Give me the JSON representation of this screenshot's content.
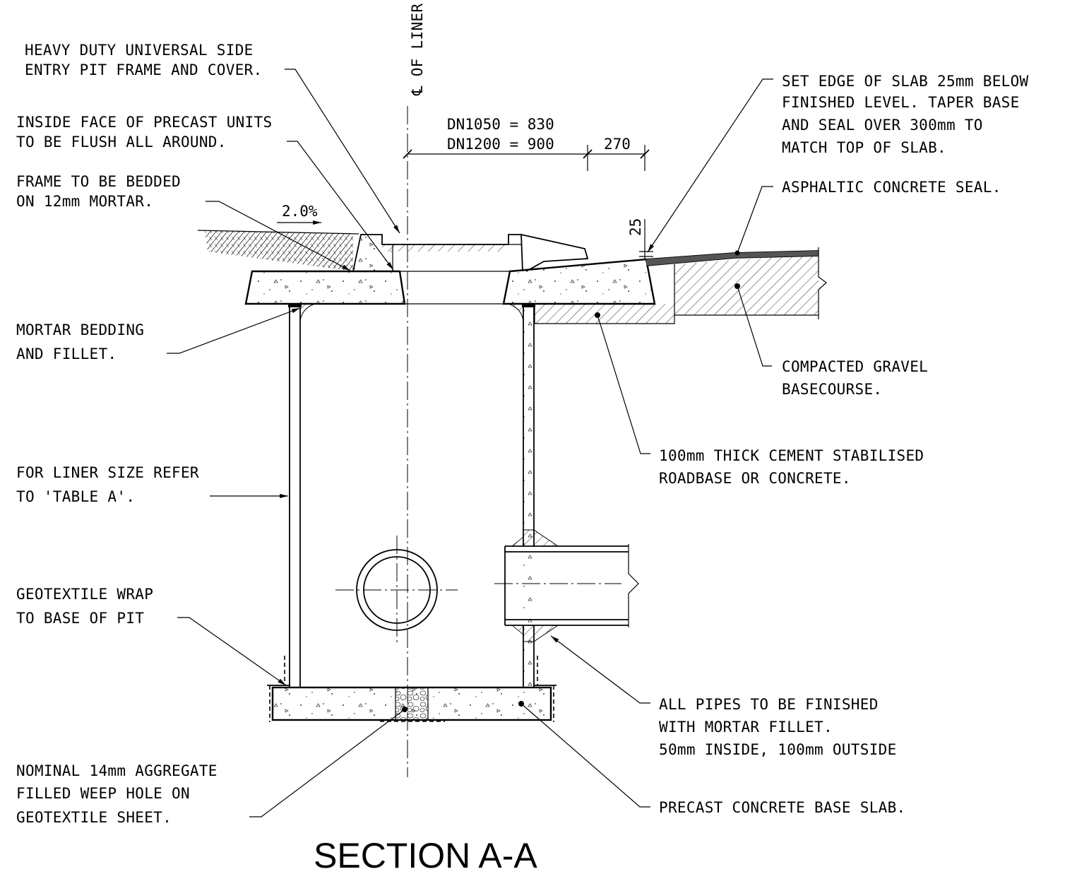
{
  "title": "SECTION A-A",
  "centerline_label": "℄ OF LINER",
  "dimensions": {
    "dn1050": "DN1050 = 830",
    "dn1200": "DN1200 = 900",
    "d270": "270",
    "d25": "25",
    "slope": "2.0%"
  },
  "callouts": {
    "frame_cover": [
      "HEAVY DUTY UNIVERSAL SIDE",
      "ENTRY PIT FRAME AND COVER."
    ],
    "inside_face": [
      "INSIDE FACE OF PRECAST UNITS",
      "TO BE FLUSH ALL AROUND."
    ],
    "frame_bedded": [
      "FRAME TO BE BEDDED",
      "ON 12mm MORTAR."
    ],
    "mortar_bedding": [
      "MORTAR BEDDING",
      "AND FILLET."
    ],
    "liner_size": [
      "FOR LINER SIZE REFER",
      "TO 'TABLE A'."
    ],
    "geotextile": [
      "GEOTEXTILE WRAP",
      "TO BASE OF PIT"
    ],
    "weep_hole": [
      "NOMINAL 14mm AGGREGATE",
      "FILLED WEEP HOLE ON",
      "GEOTEXTILE SHEET."
    ],
    "set_edge": [
      "SET EDGE OF SLAB 25mm BELOW",
      "FINISHED LEVEL. TAPER BASE",
      "AND SEAL OVER 300mm TO",
      "MATCH TOP OF SLAB."
    ],
    "asphaltic": [
      "ASPHALTIC CONCRETE SEAL."
    ],
    "gravel": [
      "COMPACTED GRAVEL",
      "BASECOURSE."
    ],
    "roadbase": [
      "100mm THICK CEMENT STABILISED",
      "ROADBASE OR CONCRETE."
    ],
    "pipes": [
      "ALL PIPES TO BE FINISHED",
      "WITH MORTAR FILLET.",
      "50mm INSIDE, 100mm OUTSIDE"
    ],
    "base_slab": [
      "PRECAST CONCRETE BASE SLAB."
    ]
  }
}
